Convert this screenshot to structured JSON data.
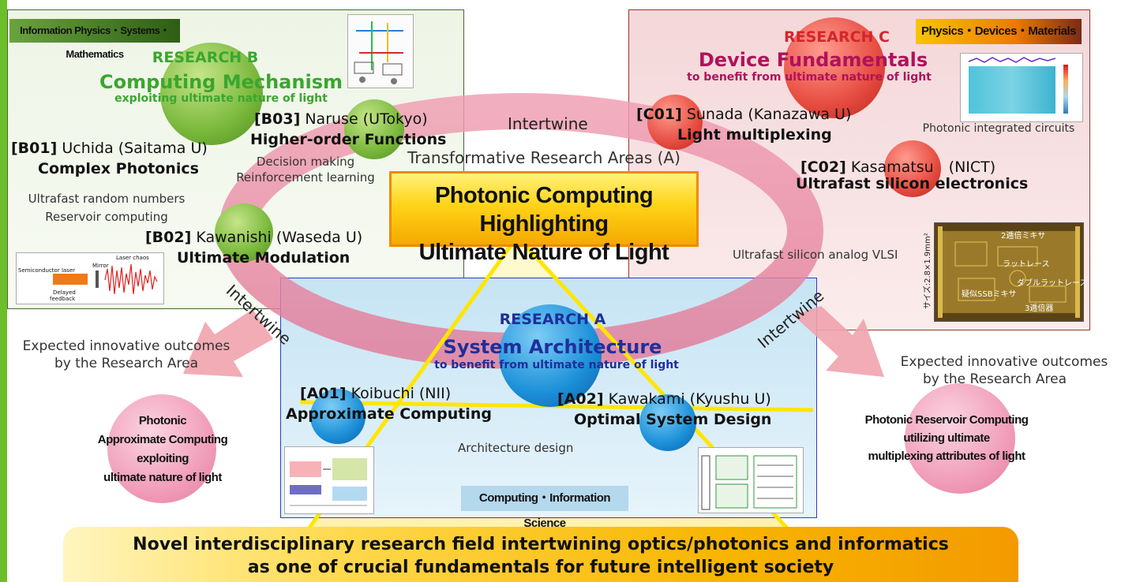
{
  "research_b": {
    "tag": "Information Physics・Systems・Mathematics",
    "label": "RESEARCH B",
    "title": "Computing Mechanism",
    "subtitle": "exploiting ultimate nature of light",
    "b01_code": "[B01]",
    "b01_pi": "Uchida (Saitama U)",
    "b01_topic": "Complex Photonics",
    "b01_detail_1": "Ultrafast random numbers",
    "b01_detail_2": "Reservoir  computing",
    "b02_code": "[B02]",
    "b02_pi": "Kawanishi (Waseda U)",
    "b02_topic": "Ultimate Modulation",
    "b03_code": "[B03]",
    "b03_pi": "Naruse (UTokyo)",
    "b03_topic": "Higher-order Functions",
    "b03_detail_1": "Decision making",
    "b03_detail_2": "Reinforcement learning",
    "laser_fig_1": "Semiconductor laser",
    "laser_fig_2": "Mirror",
    "laser_fig_3": "Laser chaos",
    "laser_fig_4": "Delayed",
    "laser_fig_5": "feedback"
  },
  "research_c": {
    "tag": "Physics・Devices・Materials",
    "label": "RESEARCH C",
    "title": "Device Fundamentals",
    "subtitle": "to benefit from ultimate nature of light",
    "c01_code": "[C01]",
    "c01_pi": "Sunada (Kanazawa U)",
    "c01_topic": "Light multiplexing",
    "c02_code": "[C02]",
    "c02_pi": "Kasamatsu　(NICT)",
    "c02_topic": "Ultrafast silicon electronics",
    "pic_caption": "Photonic integrated circuits",
    "vlsi_caption": "Ultrafast silicon analog VLSI",
    "chip_size": "サイズ:2.8×1.9mm²",
    "chip_labels": [
      "2逓倍ミキサ",
      "ラットレース",
      "ダブルラットレース",
      "疑似SSBミキサ",
      "3逓倍器"
    ]
  },
  "research_a": {
    "tag": "Computing・Information Science",
    "label": "RESEARCH A",
    "title": "System Architecture",
    "subtitle": "to benefit from ultimate nature of light",
    "a01_code": "[A01]",
    "a01_pi": "Koibuchi (NII)",
    "a01_topic": "Approximate Computing",
    "a02_code": "[A02]",
    "a02_pi": "Kawakami (Kyushu U)",
    "a02_topic": "Optimal System Design",
    "detail": "Architecture design"
  },
  "center": {
    "area_label": "Transformative Research Areas (A)",
    "title_1": "Photonic Computing Highlighting",
    "title_2": "Ultimate Nature of Light"
  },
  "intertwine": {
    "top": "Intertwine",
    "left": "Intertwine",
    "right": "Intertwine"
  },
  "outcomes": {
    "left_head_1": "Expected innovative outcomes",
    "left_head_2": "by the Research Area",
    "left_1": "Photonic",
    "left_2": "Approximate Computing",
    "left_3": "exploiting",
    "left_4": "ultimate nature of light",
    "right_head_1": "Expected innovative outcomes",
    "right_head_2": "by the Research Area",
    "right_1": "Photonic Reservoir Computing",
    "right_2": "utilizing  ultimate",
    "right_3": "multiplexing attributes of light"
  },
  "banner": {
    "line_1": "Novel interdisciplinary research field intertwining optics/photonics and informatics",
    "line_2": "as one of crucial fundamentals for future intelligent society"
  },
  "colors": {
    "green_box": "#eef5e6",
    "red_box": "#f4d7d9",
    "blue_box": "#c6e4f4",
    "research_b_title": "#3aa62f",
    "research_c_title": "#b0125b",
    "research_a_title": "#1f2f9a",
    "highlight_yellow": "#ffd318",
    "ring_pink": "#e7879f"
  }
}
